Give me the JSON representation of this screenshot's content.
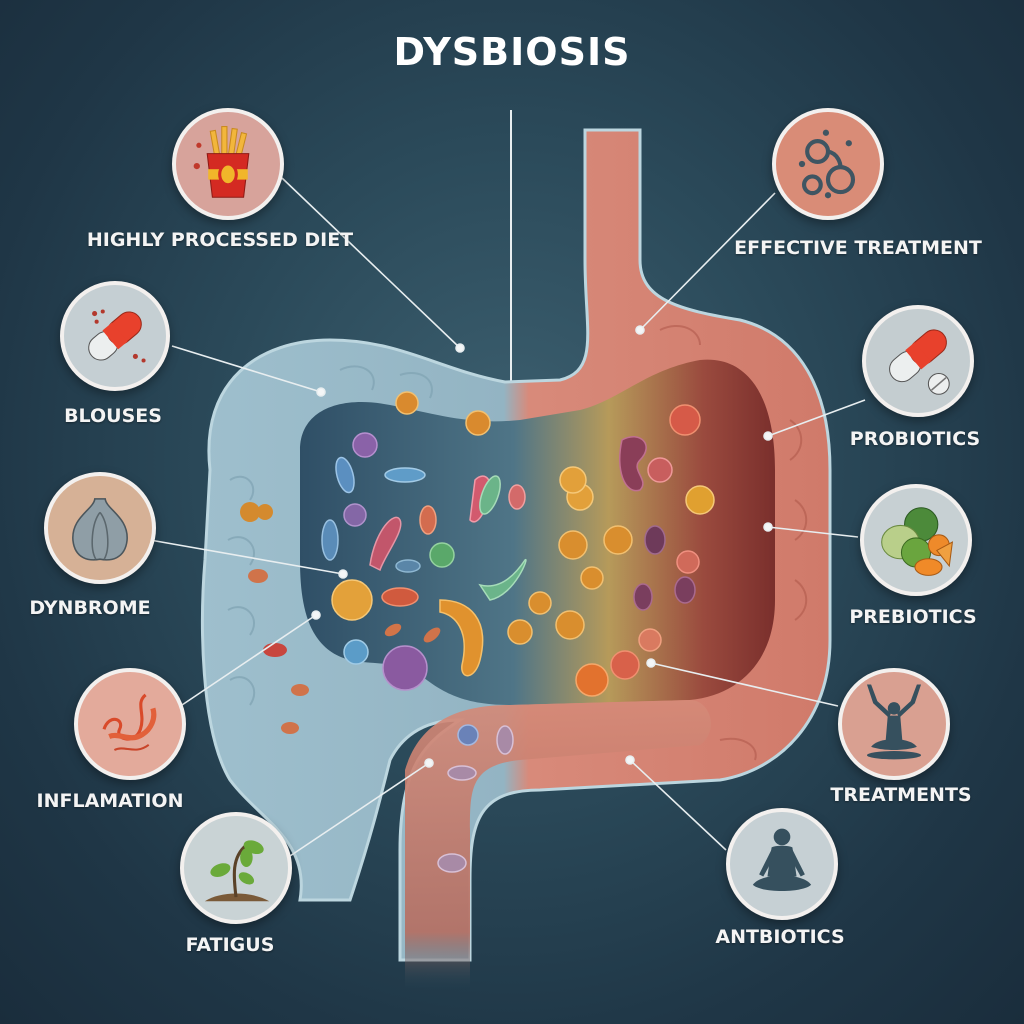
{
  "title": "DYSBIOSIS",
  "colors": {
    "background": "#24404f",
    "healthy_tissue": "#8fb3c4",
    "inflamed_tissue": "#d98a7c",
    "label_text": "#f4f4f4",
    "badge_border": "#f3f0ee"
  },
  "callouts_left": [
    {
      "label": "HIGHLY PROCESSED DIET",
      "icon": "fries-bucket-icon",
      "badge_color": "#d7a39b"
    },
    {
      "label": "BLOUSES",
      "icon": "capsule-pill-icon",
      "badge_color": "#c5cfd3"
    },
    {
      "label": "DYNBROME",
      "icon": "garlic-bulb-icon",
      "badge_color": "#d6b196"
    },
    {
      "label": "INFLAMATION",
      "icon": "inflammation-squiggle-icon",
      "badge_color": "#e3aa9b"
    },
    {
      "label": "FATIGUS",
      "icon": "sprout-plant-icon",
      "badge_color": "#c9d3d5"
    }
  ],
  "callouts_right": [
    {
      "label": "EFFECTIVE TREATMENT",
      "icon": "microbe-cells-icon",
      "badge_color": "#d98c77"
    },
    {
      "label": "PROBIOTICS",
      "icon": "capsule-and-tablet-icon",
      "badge_color": "#c4cdd0"
    },
    {
      "label": "PREBIOTICS",
      "icon": "vegetables-fruit-icon",
      "badge_color": "#c7d0d3"
    },
    {
      "label": "TREATMENTS",
      "icon": "meditation-arms-raised-icon",
      "badge_color": "#d9a091"
    },
    {
      "label": "ANTBIOTICS",
      "icon": "meditation-lotus-icon",
      "badge_color": "#c6d0d4"
    }
  ]
}
